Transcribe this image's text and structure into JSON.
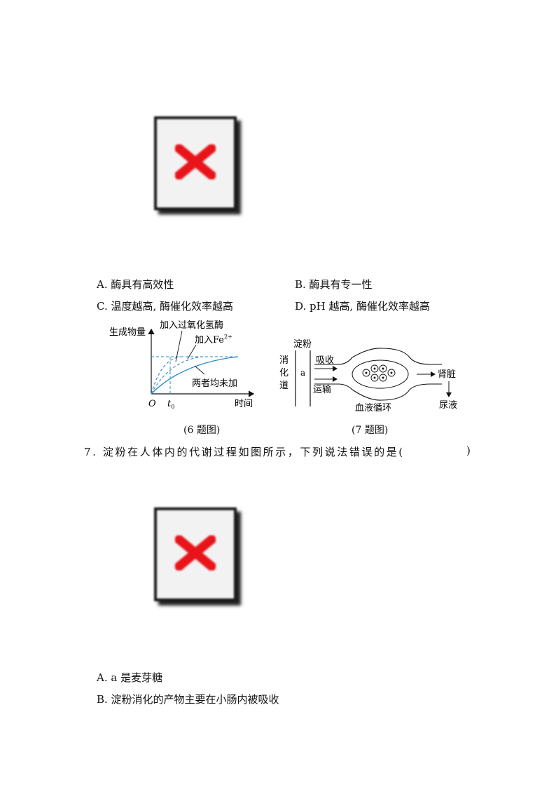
{
  "q6": {
    "image": "broken-image",
    "options": [
      "A. 酶具有高效性",
      "B. 酶具有专一性",
      "C. 温度越高, 酶催化效率越高",
      "D. pH 越高, 酶催化效率越高"
    ]
  },
  "fig6": {
    "ylabel": "生成物量",
    "xlabel": "时间",
    "origin": "O",
    "t0": "t",
    "t0_sub": "0",
    "label_enzyme": "加入过氧化氢酶",
    "label_fe": "加入Fe",
    "label_fe_sup": "2+",
    "label_none": "两者均未加",
    "caption": "(6 题图)",
    "line_color": "#2a8bc4"
  },
  "fig7": {
    "starch": "淀粉",
    "tract": "消化道",
    "tract_chars": [
      "消",
      "化",
      "道"
    ],
    "a": "a",
    "absorb": "吸收",
    "transport": "运输",
    "circulation": "血液循环",
    "kidney": "肾脏",
    "urine": "尿液",
    "caption": "(7 题图)"
  },
  "q7": {
    "stem": "7. 淀粉在人体内的代谢过程如图所示，下列说法错误的是(",
    "stem_close": ")",
    "image": "broken-image",
    "options": [
      "A. a 是麦芽糖",
      "B. 淀粉消化的产物主要在小肠内被吸收"
    ]
  }
}
